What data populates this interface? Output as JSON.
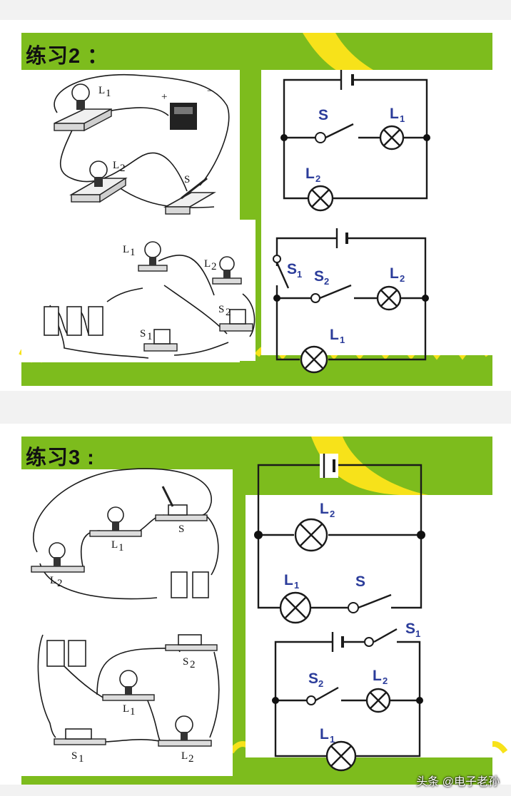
{
  "slides": [
    {
      "title": "练习2 ：",
      "pictorial_top": {
        "lamp1": "L",
        "lamp1_sub": "1",
        "lamp2": "L",
        "lamp2_sub": "2",
        "switch": "S",
        "plus": "+",
        "minus": "−"
      },
      "pictorial_bottom": {
        "lamp1": "L",
        "lamp1_sub": "1",
        "lamp2": "L",
        "lamp2_sub": "2",
        "switch1": "S",
        "switch1_sub": "1",
        "switch2": "S",
        "switch2_sub": "2"
      },
      "schematic_top": {
        "switch": "S",
        "lamp1": "L",
        "lamp1_sub": "1",
        "lamp2": "L",
        "lamp2_sub": "2"
      },
      "schematic_bottom": {
        "switch1": "S",
        "switch1_sub": "1",
        "switch2": "S",
        "switch2_sub": "2",
        "lamp2": "L",
        "lamp2_sub": "2",
        "lamp1": "L",
        "lamp1_sub": "1"
      }
    },
    {
      "title": "练习3 :",
      "pictorial_top": {
        "switch": "S",
        "lamp1": "L",
        "lamp1_sub": "1",
        "lamp2": "L",
        "lamp2_sub": "2"
      },
      "pictorial_bottom": {
        "switch2": "S",
        "switch2_sub": "2",
        "lamp1": "L",
        "lamp1_sub": "1",
        "switch1": "S",
        "switch1_sub": "1",
        "lamp2": "L",
        "lamp2_sub": "2"
      },
      "schematic_top": {
        "lamp2": "L",
        "lamp2_sub": "2",
        "lamp1": "L",
        "lamp1_sub": "1",
        "switch": "S"
      },
      "schematic_bottom": {
        "switch1": "S",
        "switch1_sub": "1",
        "switch2": "S",
        "switch2_sub": "2",
        "lamp2": "L",
        "lamp2_sub": "2",
        "lamp1": "L",
        "lamp1_sub": "1"
      }
    }
  ],
  "watermark": "头条 @电子老孙",
  "colors": {
    "green": "#7dbc1d",
    "yellow": "#f7e21a",
    "schematic_label": "#2b3c9a"
  }
}
